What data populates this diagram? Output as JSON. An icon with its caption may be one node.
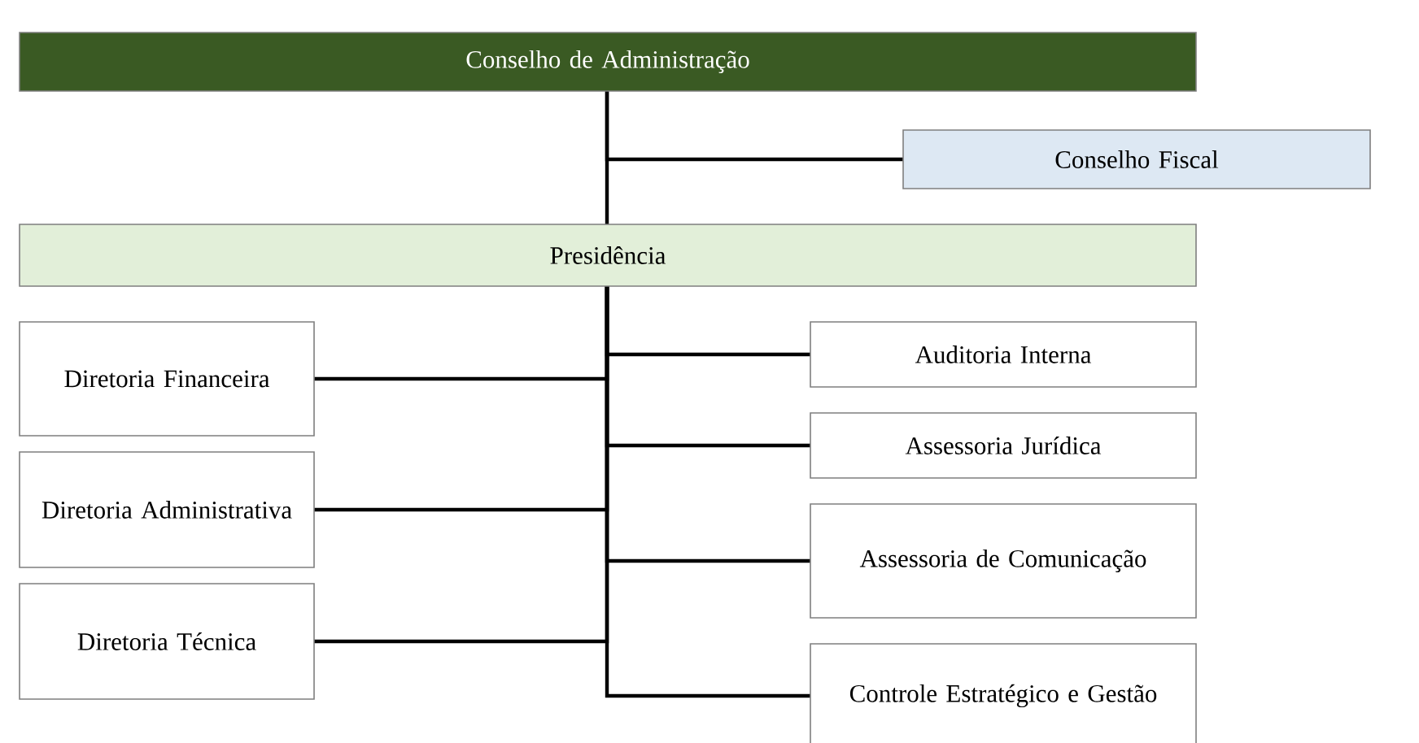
{
  "diagram": {
    "nodes": [
      {
        "text": [
          "Conselho de Administração"
        ]
      },
      {
        "text": [
          "Conselho Fiscal"
        ]
      },
      {
        "text": [
          "Presidência"
        ]
      },
      {
        "text": [
          "Diretoria Financeira"
        ]
      },
      {
        "text": [
          "Diretoria Administrativa"
        ]
      },
      {
        "text": [
          "Diretoria Técnica"
        ]
      },
      {
        "text": [
          "Auditoria Interna"
        ]
      },
      {
        "text": [
          "Assessoria Jurídica"
        ]
      },
      {
        "text": [
          "Assessoria de Comunicação"
        ]
      },
      {
        "text": [
          "Controle Estratégico e Gestão"
        ]
      }
    ],
    "edges": [
      {
        "from": 0,
        "to": 1,
        "arrow": "none"
      },
      {
        "from": 0,
        "to": 2,
        "arrow": "none"
      },
      {
        "from": 2,
        "to": 3,
        "arrow": "none"
      },
      {
        "from": 2,
        "to": 4,
        "arrow": "none"
      },
      {
        "from": 2,
        "to": 5,
        "arrow": "none"
      },
      {
        "from": 2,
        "to": 6,
        "arrow": "none"
      },
      {
        "from": 2,
        "to": 7,
        "arrow": "none"
      },
      {
        "from": 2,
        "to": 8,
        "arrow": "none"
      },
      {
        "from": 2,
        "to": 9,
        "arrow": "none"
      }
    ]
  }
}
